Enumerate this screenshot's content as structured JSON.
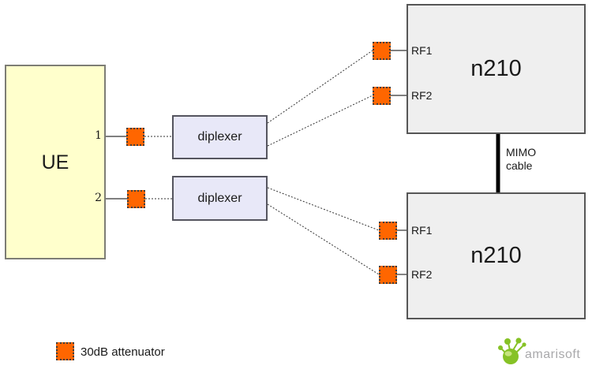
{
  "ue": {
    "label": "UE",
    "port1": "1",
    "port2": "2"
  },
  "diplexers": [
    {
      "label": "diplexer"
    },
    {
      "label": "diplexer"
    }
  ],
  "radios": {
    "top": {
      "label": "n210",
      "rf1": "RF1",
      "rf2": "RF2"
    },
    "bottom": {
      "label": "n210",
      "rf1": "RF1",
      "rf2": "RF2"
    }
  },
  "cable": {
    "line1": "MIMO",
    "line2": "cable"
  },
  "legend": {
    "label": "30dB attenuator"
  },
  "logo": {
    "text": "amarisoft",
    "green": "#86C226",
    "text_color": "#a9a9ab"
  },
  "colors": {
    "attenuator": "#FF6600",
    "ue_fill": "#FFFFCC",
    "diplexer_fill": "#E8E8F8",
    "radio_fill": "#EFEFEF",
    "wire": "#333333",
    "mimo_cable": "#000000"
  }
}
